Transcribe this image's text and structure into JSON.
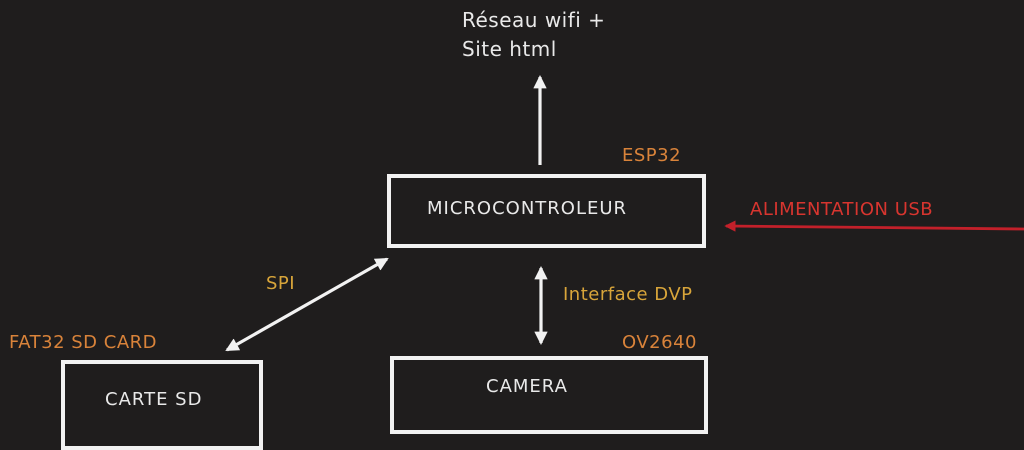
{
  "diagram": {
    "network_label_line1": "Réseau wifi +",
    "network_label_line2": "Site html",
    "esp32_label": "ESP32",
    "microcontroller_label": "MICROCONTROLEUR",
    "power_label": "ALIMENTATION USB",
    "spi_label": "SPI",
    "dvp_label": "Interface DVP",
    "sdcard_tag": "FAT32 SD CARD",
    "sdcard_label": "CARTE SD",
    "camera_tag": "OV2640",
    "camera_label": "CAMERA"
  },
  "colors": {
    "background": "#1f1d1d",
    "box_stroke": "#f2f2f2",
    "text_white": "#e9e9e9",
    "text_orange": "#d9833a",
    "text_yellow": "#d8a53a",
    "text_red": "#d8352f",
    "arrow_red": "#c3202a"
  }
}
